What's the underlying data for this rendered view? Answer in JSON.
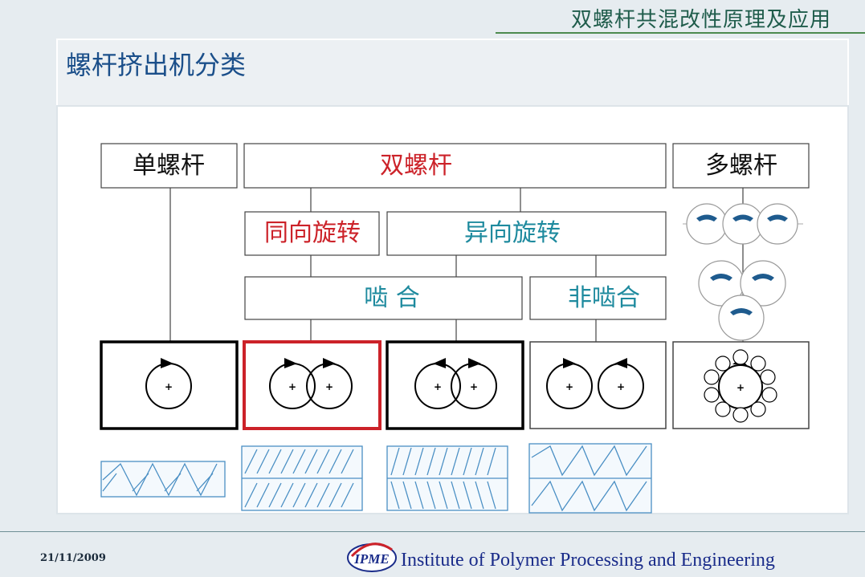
{
  "header": {
    "title": "双螺杆共混改性原理及应用"
  },
  "slide": {
    "title": "螺杆挤出机分类"
  },
  "diagram": {
    "single_screw": "单螺杆",
    "twin_screw": "双螺杆",
    "multi_screw": "多螺杆",
    "co_rotating": "同向旋转",
    "counter_rotating": "异向旋转",
    "intermeshing": "啮 合",
    "non_intermeshing": "非啮合"
  },
  "colors": {
    "highlight_red": "#cc2229",
    "teal_text": "#1e8a9e",
    "title_blue": "#1b4f8a"
  },
  "footer": {
    "date": "21/11/2009",
    "logo_text": "IPME",
    "institute": "Institute of Polymer Processing and Engineering"
  }
}
